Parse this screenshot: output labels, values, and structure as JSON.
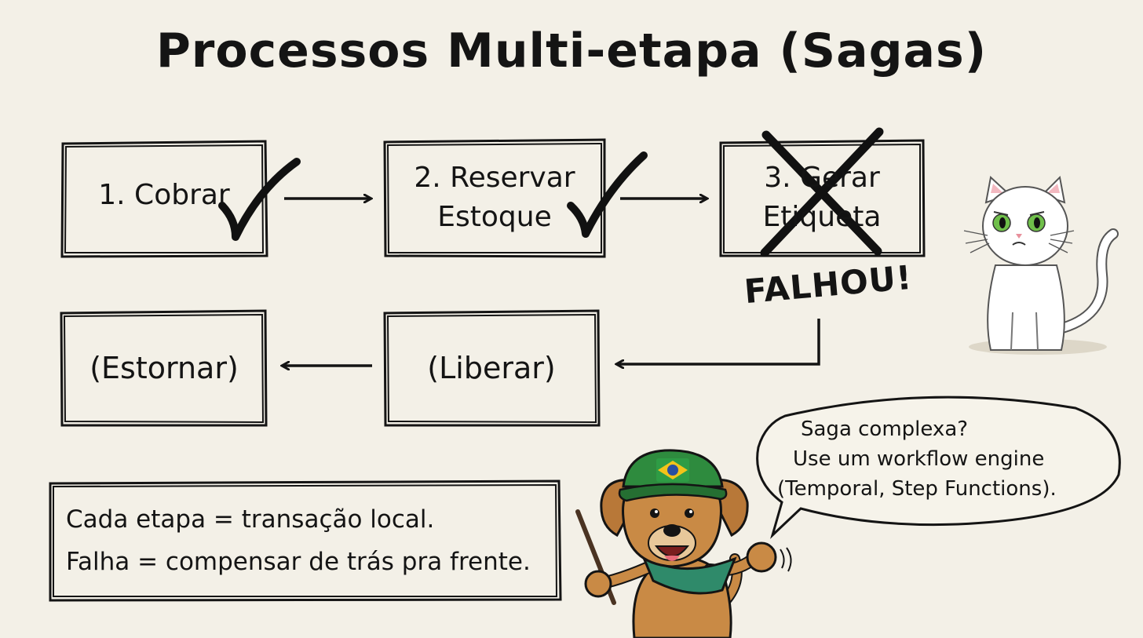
{
  "title": "Processos Multi-etapa (Sagas)",
  "steps": [
    {
      "line1": "1. Cobrar",
      "line2": "",
      "status": "check"
    },
    {
      "line1": "2. Reservar",
      "line2": "Estoque",
      "status": "check"
    },
    {
      "line1": "3. Gerar",
      "line2": "Etiqueta",
      "status": "failed"
    }
  ],
  "fail_label": "FALHOU!",
  "compensations": [
    {
      "label": "(Estornar)"
    },
    {
      "label": "(Liberar)"
    }
  ],
  "note": {
    "line1": "Cada etapa = transação local.",
    "line2": "Falha = compensar de trás pra frente."
  },
  "speech": {
    "line1": "Saga complexa?",
    "line2": "Use um workflow engine",
    "line3": "(Temporal, Step Functions)."
  },
  "colors": {
    "background": "#f3f0e7",
    "ink": "#141414",
    "dog_fur": "#c98a45",
    "cap_green": "#2e8b3e",
    "flag_yellow": "#f2c31a",
    "flag_blue": "#2a4fa0",
    "bandana": "#2f8a6a",
    "cat_eyes": "#6fbf4a"
  },
  "icons": [
    "check-icon",
    "cross-icon",
    "arrow-right-icon",
    "arrow-left-icon",
    "cat-illustration",
    "dog-illustration",
    "brazil-flag-icon"
  ]
}
